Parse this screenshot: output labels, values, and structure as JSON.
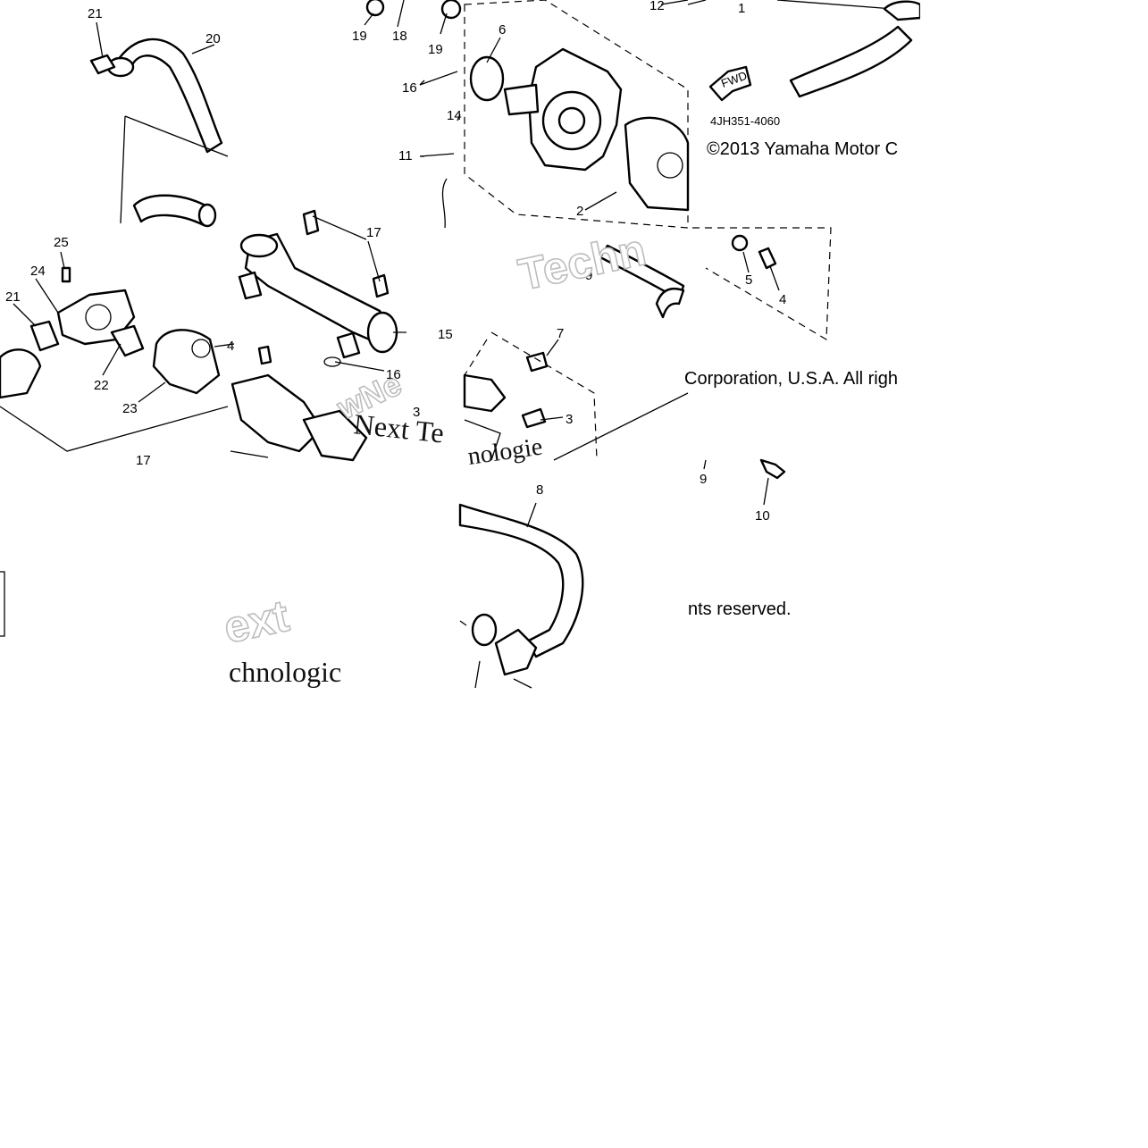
{
  "title": "",
  "diagram_code": "4JH351-4060",
  "copyright": {
    "line1": "©2013 Yamaha Motor C",
    "line2": "Corporation, U.S.A. All righ",
    "line3": "nts reserved."
  },
  "fwd_label": "FWD",
  "watermark": {
    "a": "Techn",
    "b": "Next Te",
    "c": "nologie",
    "d": "ext",
    "e": "chnologic",
    "f": "wNe"
  },
  "callouts": [
    "1",
    "2",
    "3",
    "3",
    "4",
    "4",
    "5",
    "6",
    "7",
    "8",
    "9",
    "9",
    "10",
    "11",
    "12",
    "14",
    "15",
    "16",
    "16",
    "17",
    "17",
    "18",
    "19",
    "19",
    "20",
    "21",
    "21",
    "22",
    "23",
    "24",
    "25"
  ],
  "colors": {
    "line": "#000000",
    "background": "#ffffff",
    "watermark": "#bdbdbd"
  }
}
